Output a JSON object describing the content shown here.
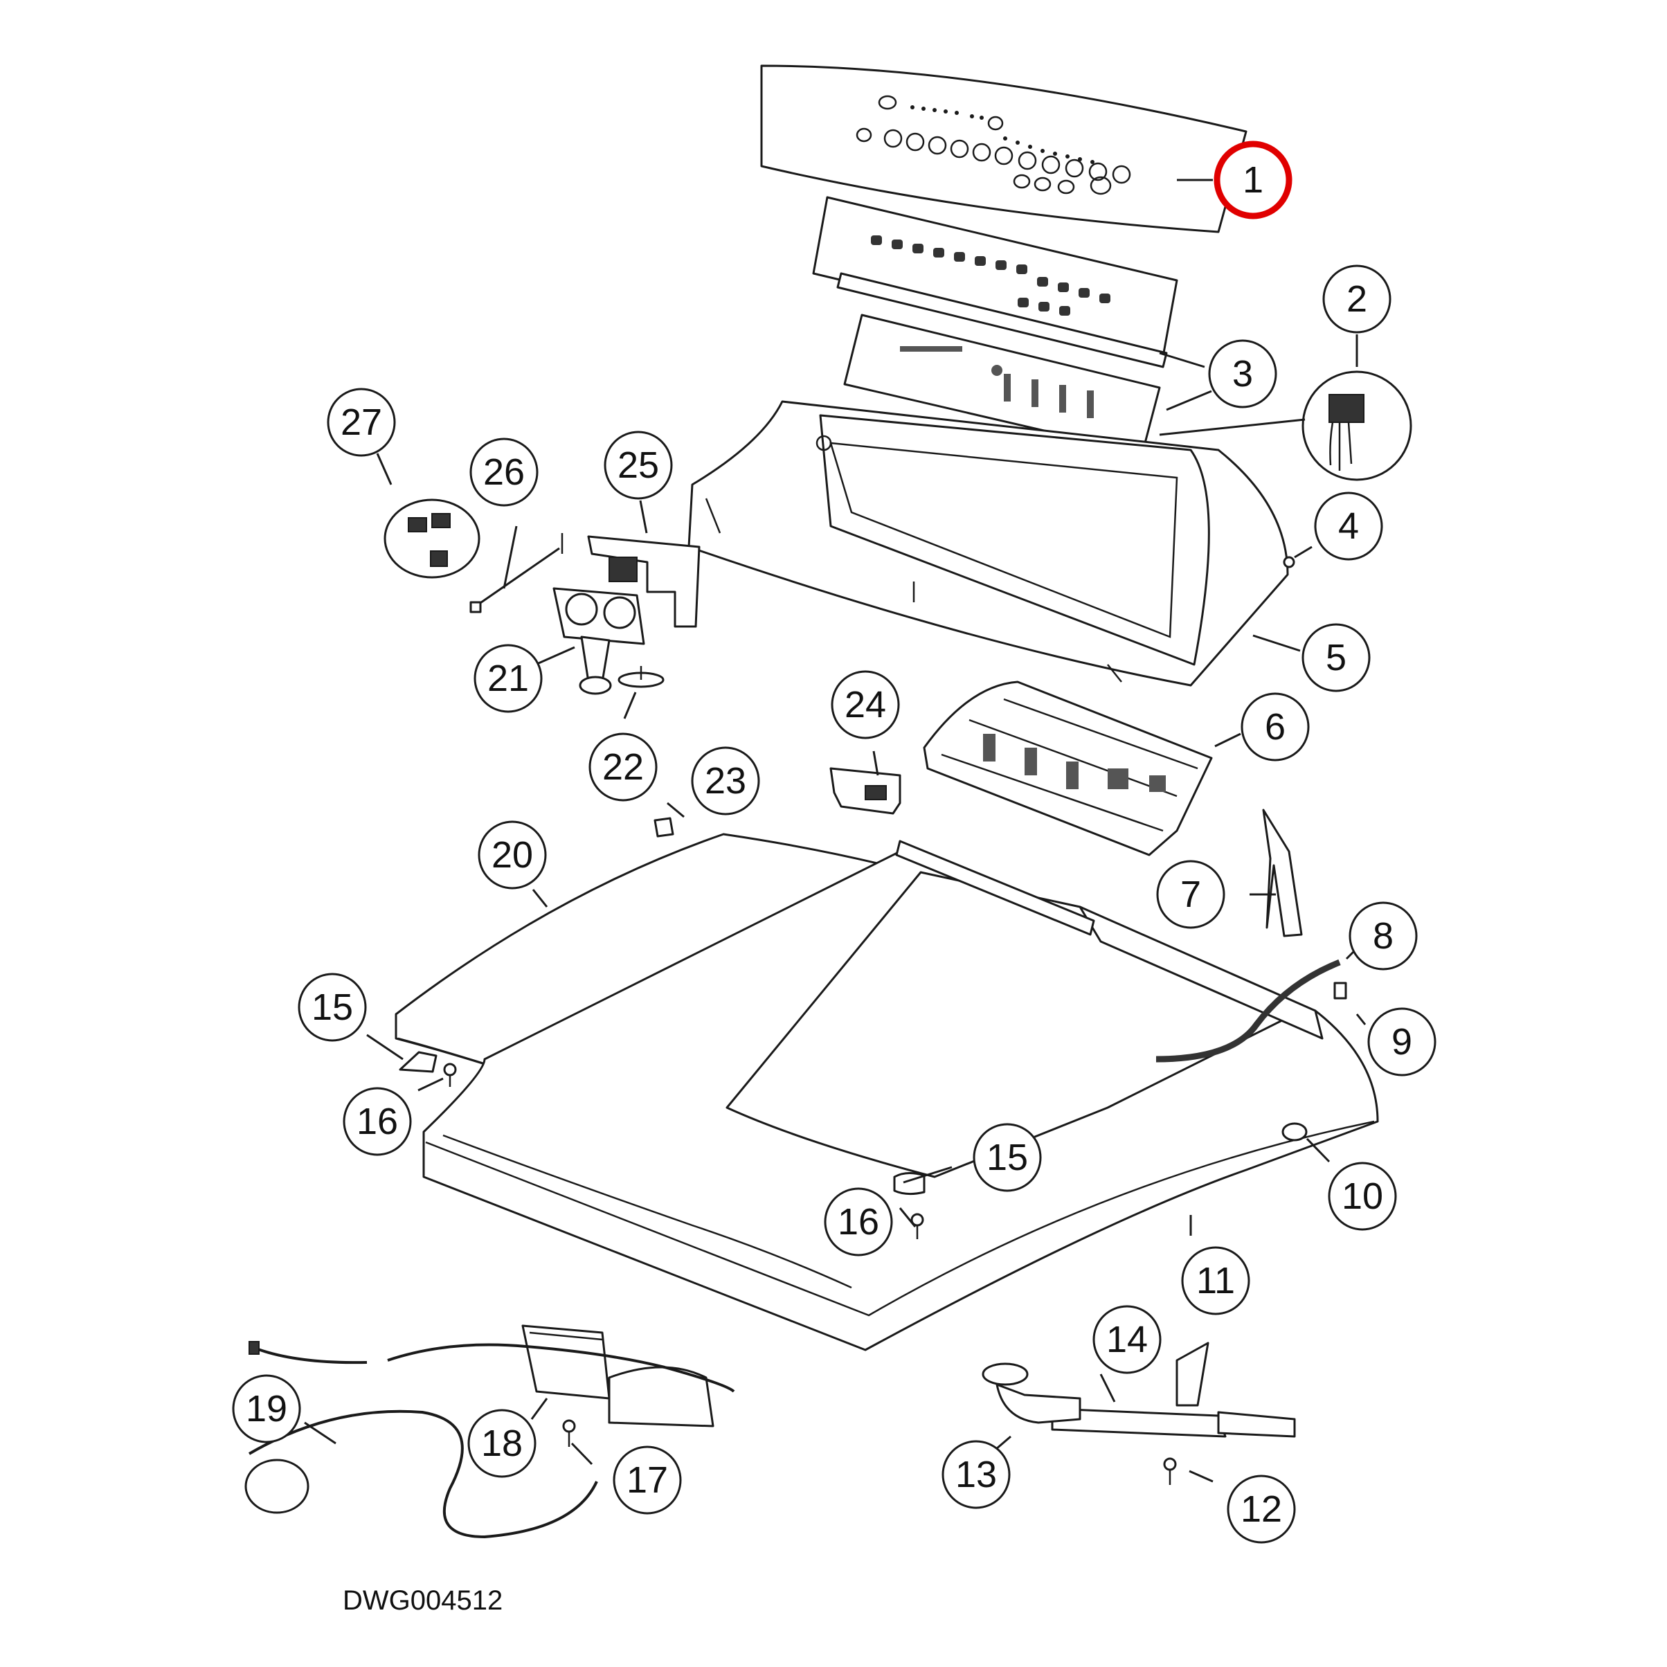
{
  "drawing_number": "DWG004512",
  "highlight_color": "#e00000",
  "highlighted_part": "1",
  "callouts": [
    "1",
    "2",
    "3",
    "4",
    "5",
    "6",
    "7",
    "8",
    "9",
    "10",
    "11",
    "12",
    "13",
    "14",
    "15",
    "16",
    "17",
    "18",
    "19",
    "20",
    "21",
    "22",
    "23",
    "24",
    "25",
    "26",
    "27"
  ],
  "repeated_callouts": [
    "15",
    "16"
  ]
}
